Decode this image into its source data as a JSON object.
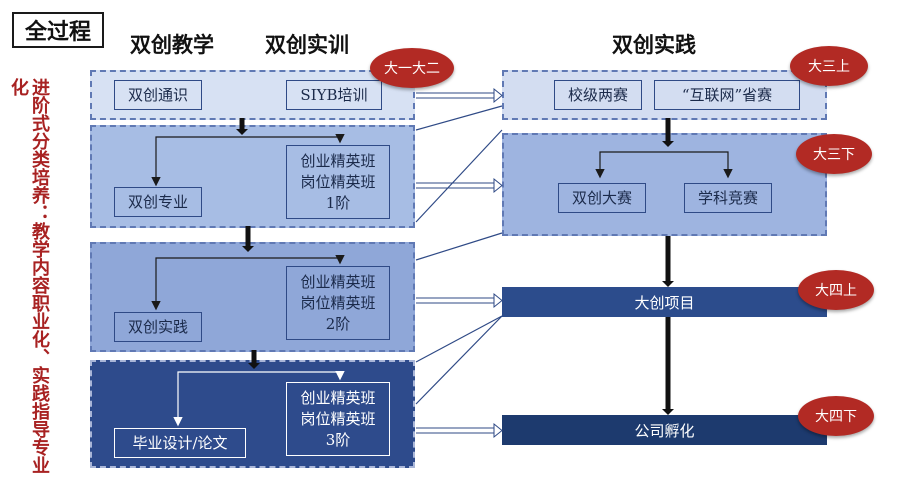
{
  "title": "全过程",
  "headers": {
    "teaching": "双创教学",
    "training": "双创实训",
    "practice": "双创实践"
  },
  "side_text": "进阶式分类培养：教学内容职业化、实践指导专业化",
  "left_panels": [
    {
      "left_box": "双创通识",
      "right_box": "SIYB培训",
      "badge": "大一大二"
    },
    {
      "left_box": "双创专业",
      "right_box": "创业精英班\n岗位精英班\n1阶"
    },
    {
      "left_box": "双创实践",
      "right_box": "创业精英班\n岗位精英班\n2阶"
    },
    {
      "left_box": "毕业设计/论文",
      "right_box": "创业精英班\n岗位精英班\n3阶"
    }
  ],
  "right_items": [
    {
      "boxes": [
        "校级两赛",
        "“互联网”省赛"
      ],
      "badge": "大三上"
    },
    {
      "boxes": [
        "双创大赛",
        "学科竞赛"
      ],
      "badge": "大三下"
    },
    {
      "bar": "大创项目",
      "badge": "大四上"
    },
    {
      "bar": "公司孵化",
      "badge": "大四下"
    }
  ],
  "colors": {
    "badge_red": "#b22a24",
    "side_text_red": "#a82222",
    "dark_blue": "#2c4c8c"
  }
}
